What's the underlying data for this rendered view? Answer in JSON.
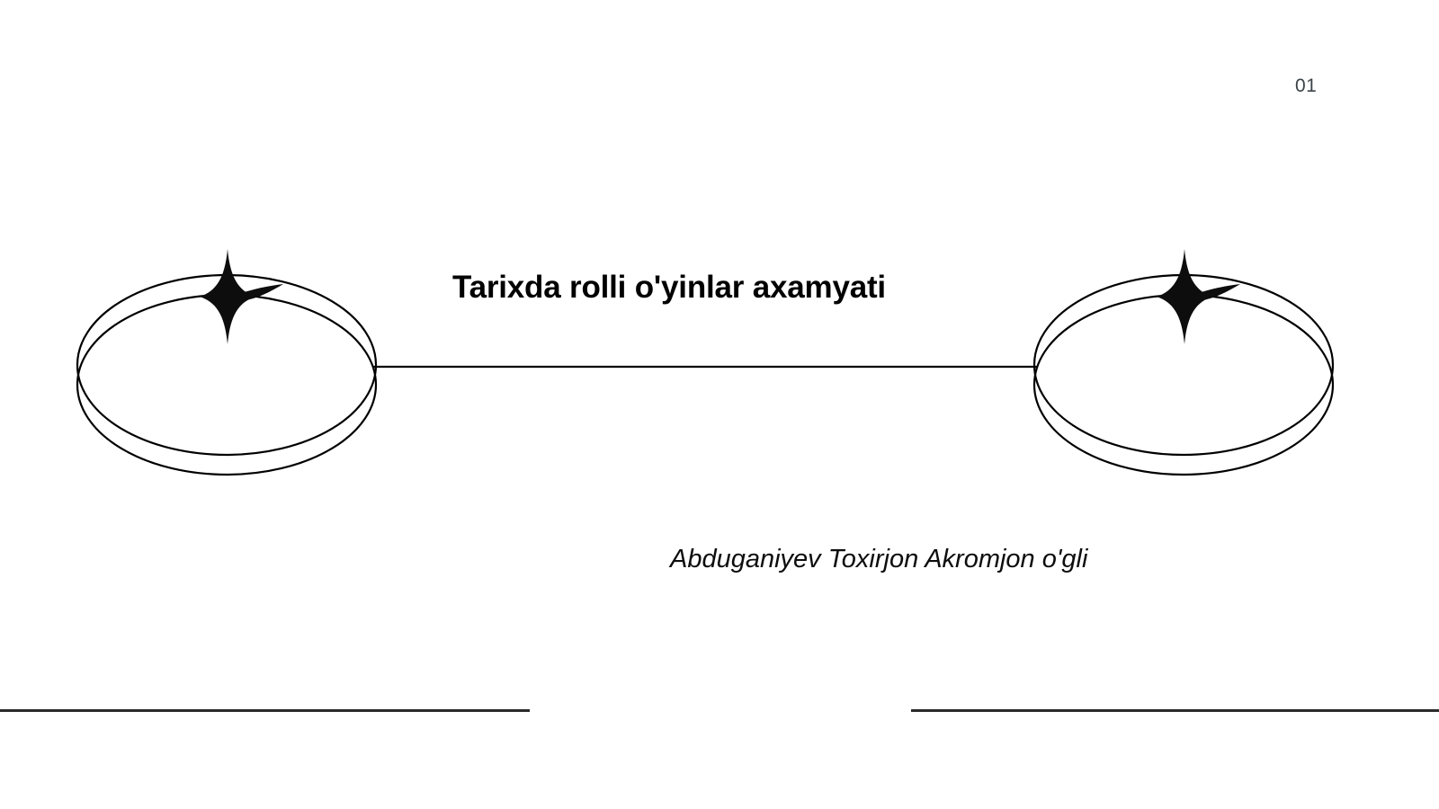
{
  "slide": {
    "page_number": "01",
    "title": "Tarixda rolli o'yinlar axamyati",
    "author": "Abduganiyev Toxirjon Akromjon o'gli",
    "background_color": "#ffffff",
    "text_color": "#000000",
    "page_number_color": "#3c4348",
    "rule_color": "#2b2b2b",
    "decoration": {
      "left_ornament_name": "double-ellipse-with-sparkle",
      "right_ornament_name": "double-ellipse-with-sparkle",
      "connector_name": "horizontal-connector-line",
      "stroke_color": "#000000",
      "sparkle_color": "#0d0d0d"
    }
  }
}
